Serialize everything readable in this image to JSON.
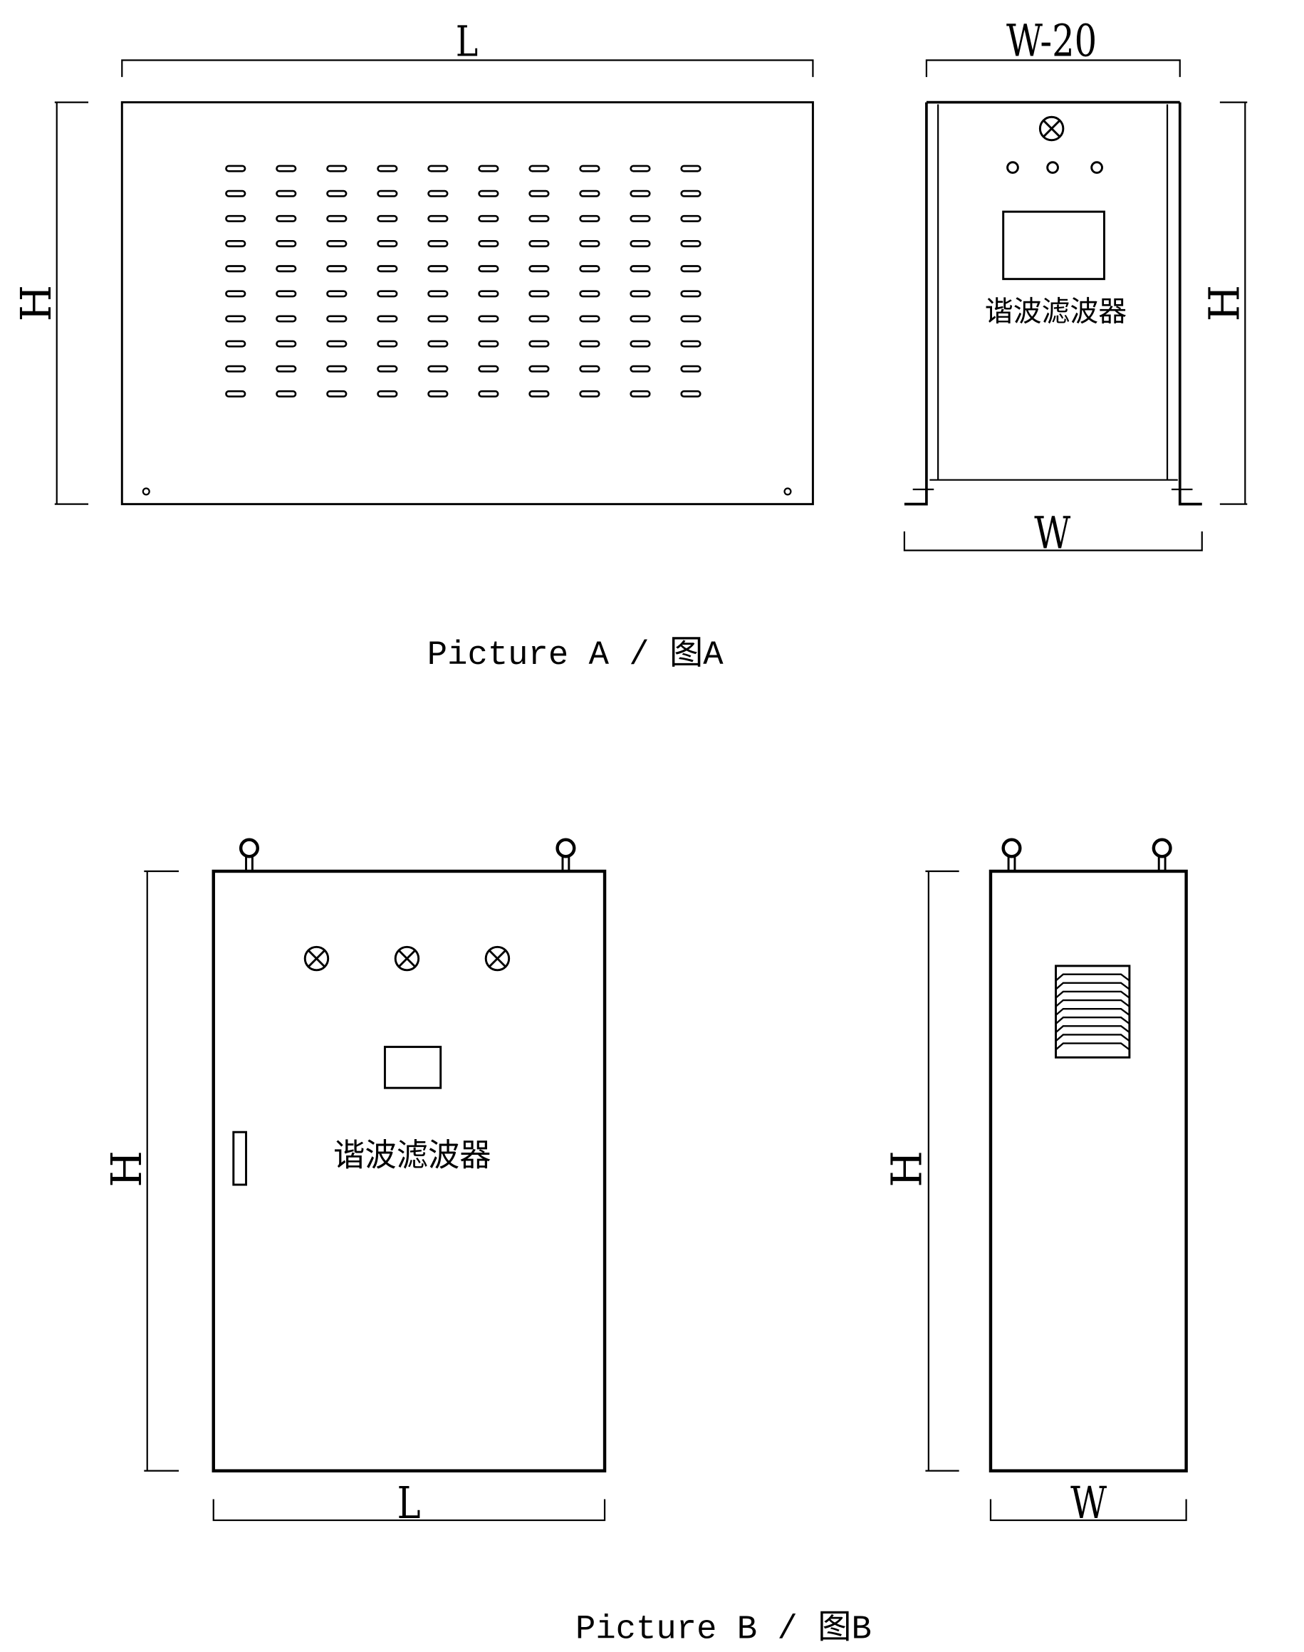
{
  "picture_a": {
    "caption": "Picture A / 图A",
    "side_view": {
      "dim_length": "L",
      "dim_height": "H",
      "vent_slot_columns": 10,
      "vent_slot_rows": 10
    },
    "front_view": {
      "dim_top": "W-20",
      "dim_bottom": "W",
      "dim_height": "H",
      "label": "谐波滤波器"
    }
  },
  "picture_b": {
    "caption": "Picture B / 图B",
    "front_view": {
      "dim_length": "L",
      "dim_height": "H",
      "label": "谐波滤波器"
    },
    "side_view": {
      "dim_width": "W",
      "dim_height": "H",
      "louver_count": 9
    }
  }
}
